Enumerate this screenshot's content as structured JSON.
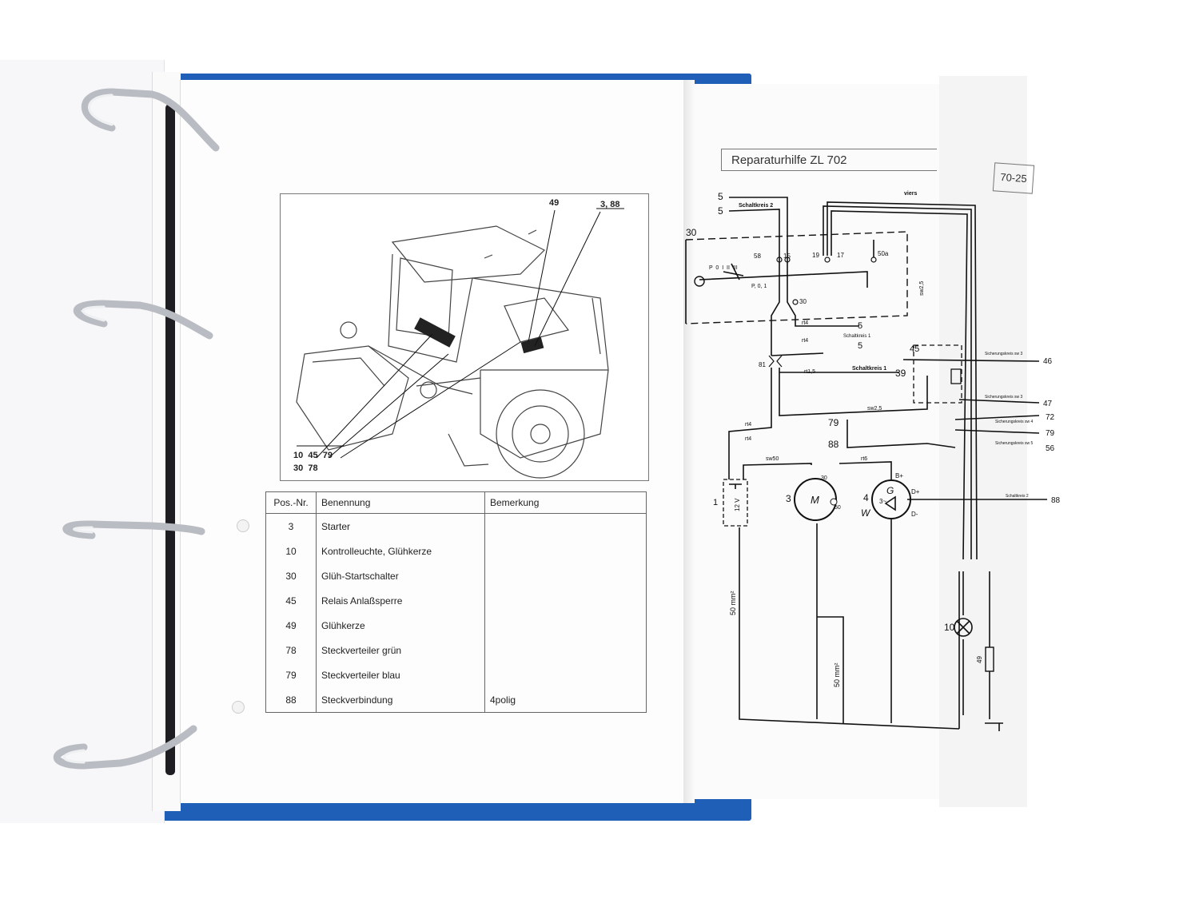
{
  "left_page": {
    "figure_callouts": {
      "top_a": "49",
      "top_b": "3, 88",
      "bottom_row1": "10  45  79",
      "bottom_row2": "30  78"
    },
    "parts_table": {
      "headers": [
        "Pos.-Nr.",
        "Benennung",
        "Bemerkung"
      ],
      "rows": [
        {
          "pos": "3",
          "name": "Starter",
          "note": ""
        },
        {
          "pos": "10",
          "name": "Kontrolleuchte, Glühkerze",
          "note": ""
        },
        {
          "pos": "30",
          "name": "Glüh-Startschalter",
          "note": ""
        },
        {
          "pos": "45",
          "name": "Relais Anlaßsperre",
          "note": ""
        },
        {
          "pos": "49",
          "name": "Glühkerze",
          "note": ""
        },
        {
          "pos": "78",
          "name": "Steckverteiler grün",
          "note": ""
        },
        {
          "pos": "79",
          "name": "Steckverteiler blau",
          "note": ""
        },
        {
          "pos": "88",
          "name": "Steckverbindung",
          "note": "4polig"
        }
      ]
    }
  },
  "right_page": {
    "header_title": "Reparaturhilfe ZL 702",
    "page_number": "70-25",
    "schematic_labels": {
      "n5a": "5",
      "n5b": "5",
      "schaltkreis2": "Schaltkreis 2",
      "viers": "viers",
      "n30": "30",
      "t58": "58",
      "t15": "15",
      "t19": "19",
      "t17": "17",
      "t50a": "50a",
      "positions": "P  0  I  II  III",
      "p01": "P, 0, 1",
      "sw25": "sw2,5",
      "t30b": "30",
      "rt4a": "rt4",
      "n5c": "5",
      "schaltkreis1a": "Schaltkreis 1",
      "rt4b": "rt4",
      "n5d": "5",
      "n81": "81",
      "rt15": "rt1,5",
      "schaltkreis1b": "Schaltkreis 1",
      "n39": "39",
      "n45": "45",
      "sich1": "Sicherungskreis sw 3",
      "n46": "46",
      "sich2": "Sicherungskreis sw 3",
      "n47": "47",
      "sw25b": "sw2,5",
      "n79": "79",
      "rt4c": "rt4",
      "rt4d": "rt4",
      "sich3": "Sicherungskreis sw 4",
      "n72": "72",
      "n79b": "79",
      "n88": "88",
      "sich4": "Sicherungskreis sw 5",
      "n56": "56",
      "sw50": "sw50",
      "rt6": "rt6",
      "n30c": "30",
      "bplus": "B+",
      "dplus": "D+",
      "dminus": "D-",
      "w": "W",
      "n1": "1",
      "v12": "12 V",
      "n3": "3",
      "m": "M",
      "n50": "50",
      "n4": "4",
      "g": "G",
      "n3b": "3~",
      "schaltkreis2b": "Schaltkreis 2",
      "n88b": "88",
      "mm50a": "50 mm²",
      "mm50b": "50 mm²",
      "n10": "10",
      "n49": "49"
    }
  }
}
